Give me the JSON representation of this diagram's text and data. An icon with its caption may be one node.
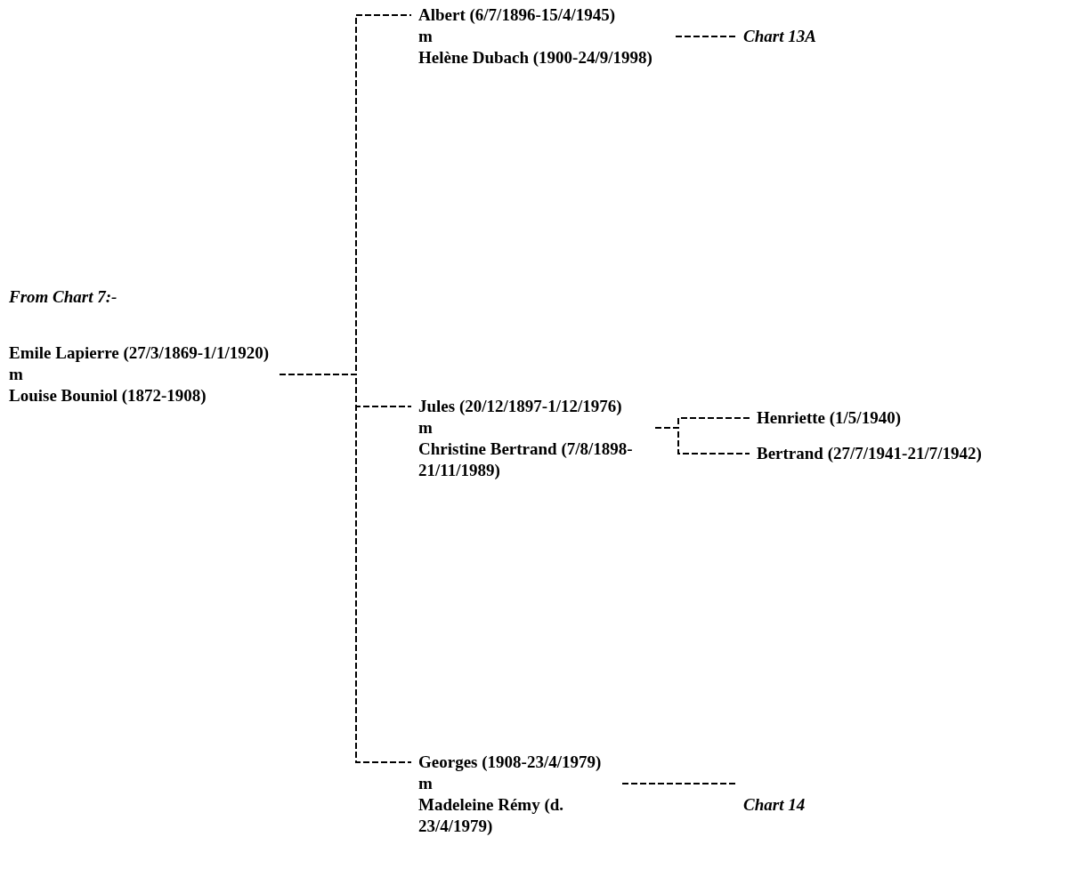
{
  "diagram": {
    "nodes": [
      {
        "text": [
          "Emile Lapierre (27/3/1869-1/1/1920)",
          "m",
          "Louise Bouniol (1872-1908)"
        ]
      },
      {
        "text": [
          "Albert (6/7/1896-15/4/1945)",
          "m",
          "Helène Dubach (1900-24/9/1998)"
        ]
      },
      {
        "text": [
          "Jules (20/12/1897-1/12/1976)",
          "m",
          "Christine Bertrand (7/8/1898-21/11/1989)"
        ]
      },
      {
        "text": [
          "Georges (1908-23/4/1979)",
          "m",
          "Madeleine Rémy (d. 23/4/1979)"
        ]
      },
      {
        "text": [
          "Henriette (1/5/1940)"
        ]
      },
      {
        "text": [
          "Bertrand (27/7/1941-21/7/1942)"
        ]
      },
      {
        "text": [
          "Chart 13A"
        ]
      },
      {
        "text": [
          "Chart 14"
        ]
      }
    ],
    "edges": [
      {
        "from": 0,
        "to": 1,
        "arrow": "none"
      },
      {
        "from": 0,
        "to": 2,
        "arrow": "none"
      },
      {
        "from": 0,
        "to": 3,
        "arrow": "none"
      },
      {
        "from": 1,
        "to": 6,
        "arrow": "none"
      },
      {
        "from": 2,
        "to": 4,
        "arrow": "none"
      },
      {
        "from": 2,
        "to": 5,
        "arrow": "none"
      },
      {
        "from": 3,
        "to": 7,
        "arrow": "none"
      }
    ],
    "labels": [
      "From Chart 7:-"
    ]
  }
}
